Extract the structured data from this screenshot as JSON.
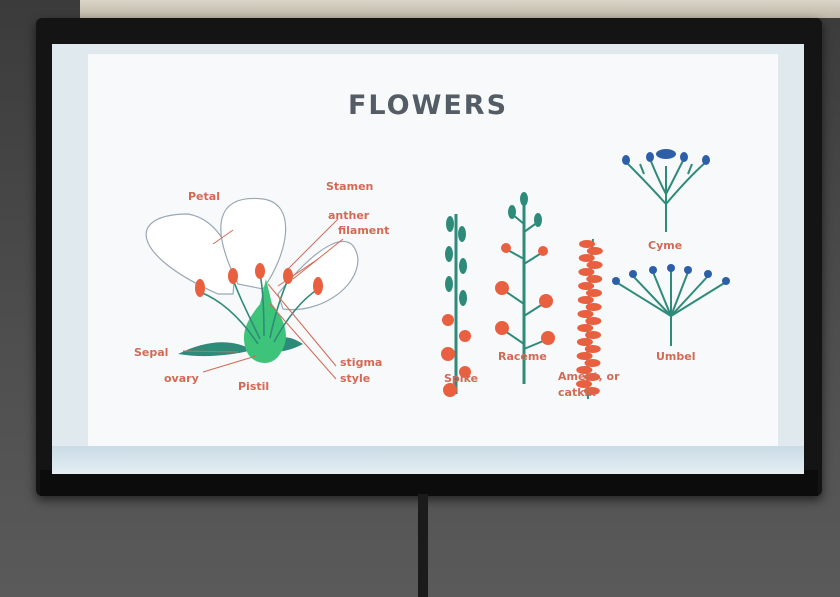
{
  "slide": {
    "title": "FLOWERS",
    "labels": {
      "petal": "Petal",
      "stamen": "Stamen",
      "anther": "anther",
      "filament": "filament",
      "sepal": "Sepal",
      "ovary": "ovary",
      "pistil": "Pistil",
      "stigma": "stigma",
      "style": "style",
      "spike": "Spike",
      "raceme": "Raceme",
      "ament": "Ament, or",
      "catkin": "catkin",
      "cyme": "Cyme",
      "umbel": "Umbel"
    }
  },
  "colors": {
    "label": "#d26a55",
    "stem": "#2e8b7a",
    "flower": "#e8603f",
    "pistil": "#3ec47a",
    "umbel": "#2d5fa8"
  }
}
